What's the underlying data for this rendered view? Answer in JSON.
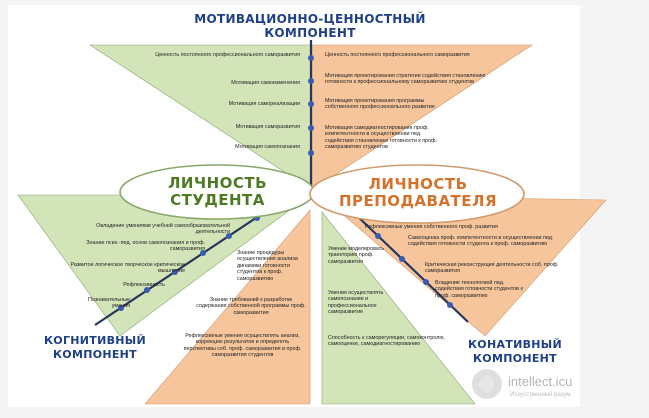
{
  "headings": {
    "top_line1": "МОТИВАЦИОННО-ЦЕННОСТНЫЙ",
    "top_line2": "КОМПОНЕНТ",
    "left_line1": "КОГНИТИВНЫЙ",
    "left_line2": "КОМПОНЕНТ",
    "right_line1": "КОНАТИВНЫЙ",
    "right_line2": "КОМПОНЕНТ"
  },
  "ellipses": {
    "student_line1": "ЛИЧНОСТЬ",
    "student_line2": "СТУДЕНТА",
    "teacher_line1": "ЛИЧНОСТЬ",
    "teacher_line2": "ПРЕПОДАВАТЕЛЯ"
  },
  "top_left_items": [
    "Ценность постоянного профессионального саморазвития",
    "Мотивация самоизменения",
    "Мотивация самореализации",
    "Мотивация саморазвития",
    "Мотивация самопознания"
  ],
  "top_right_items": [
    "Ценность постоянного профессионального саморазвития",
    "Мотивация проектирования стратегии содействия становлению готовности к профессиональному саморазвитию студентов",
    "Мотивация проектирования программы собственного профессионального развития",
    "Мотивация самодиагностирования проф. компетентности в осуществлении пед. содействия становлению готовности к проф. саморазвитию студентов"
  ],
  "left_items": [
    "Овладение умениями учебной самообразовательной деятельности",
    "Знание псих.-пед. основ самопознания и проф. саморазвития",
    "Развитое логическое творческое критическое мышление",
    "Рефлексивность",
    "Познавательные умения"
  ],
  "right_items": [
    "Рефлексивные умения собственного проф. развития",
    "Самооценка проф. компетентности в осуществлении пед. содействия готовности студента к проф. саморазвитию",
    "Критическая реконструкция деятельности соб. проф. саморазвития",
    "Владение технологией пед. содействия готовности студентов к проф. саморазвитию"
  ],
  "lower_left_items": [
    "Знание процедуры осуществления анализа динамики готовности студентов к проф. саморазвитию",
    "Знание требований к разработке содержания собственной программы проф. саморазвития",
    "Рефлексивные умения осуществлять анализ, коррекцию результатов и определять перспективы соб. проф. саморазвития и проф. саморазвития студентов"
  ],
  "lower_right_items": [
    "Умение моделировать траекторию проф. саморазвития",
    "Умения осуществлять самопознание и профессиональное саморазвитие",
    "Способность к саморегуляции, самоконтролю, самооценке, самодиагностированию"
  ],
  "watermark": {
    "main": "intellect.icu",
    "sub": "Искусственный разум"
  },
  "colors": {
    "green_fill": "#d3e4b8",
    "orange_fill": "#f6c59c",
    "heading_blue": "#1f3f86",
    "student_text": "#4e7a24",
    "teacher_text": "#d4712b",
    "axis_line": "#26365c",
    "axis_dot": "#3b5bb0"
  }
}
